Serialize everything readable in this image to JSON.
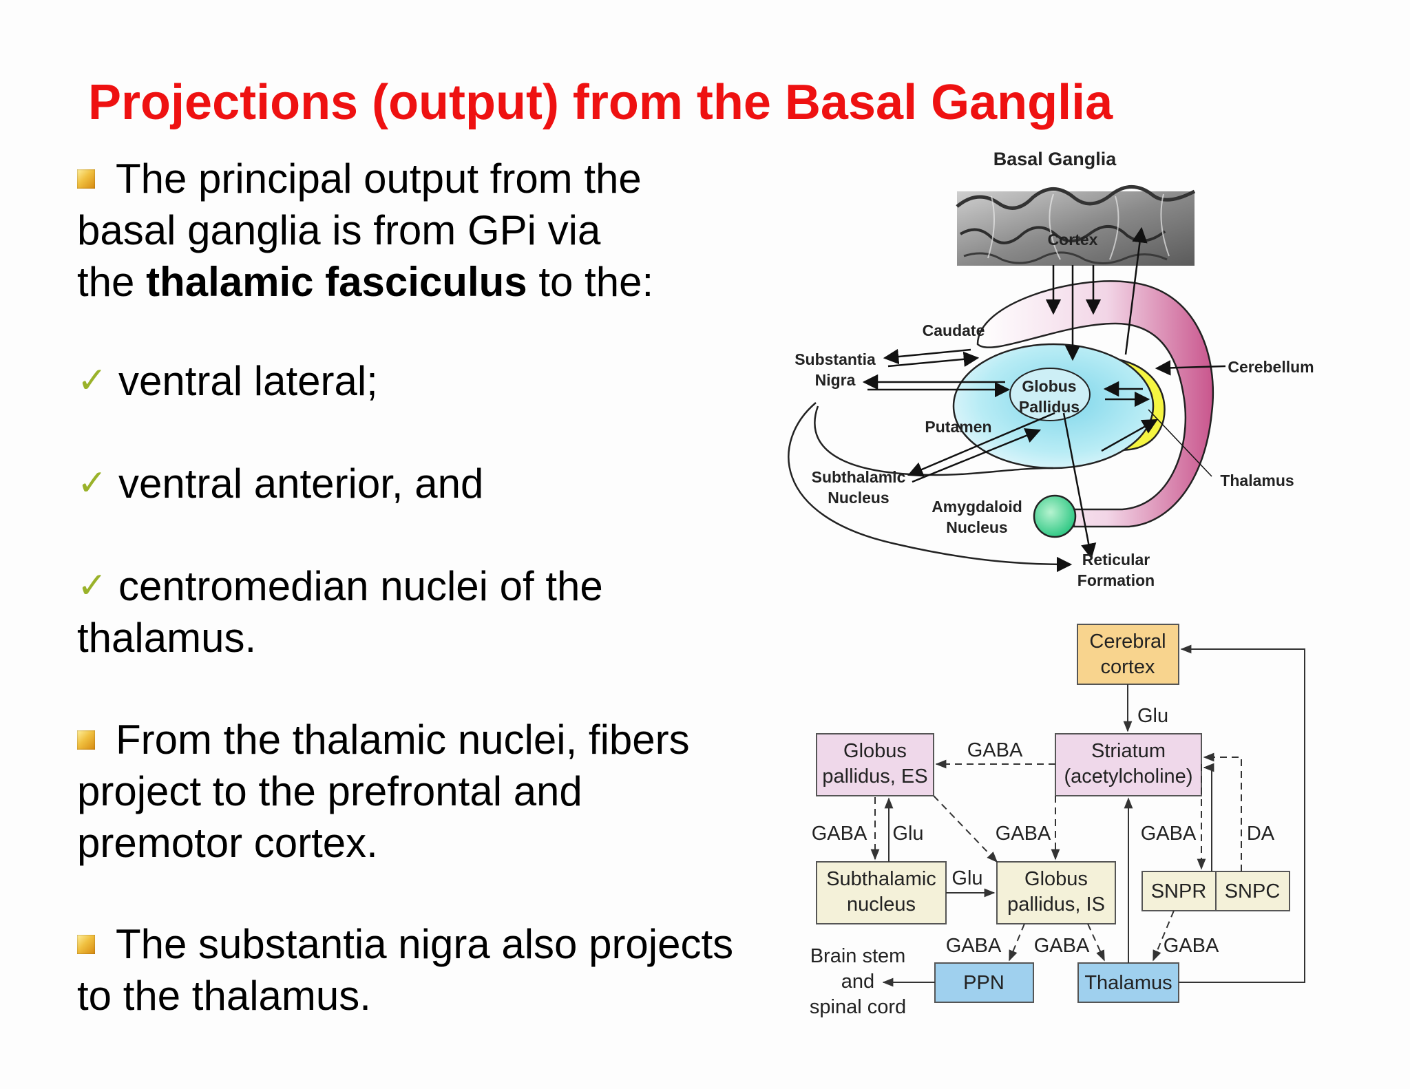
{
  "title": "Projections (output) from the Basal Ganglia",
  "bullets": {
    "b1": {
      "line1": "The principal output from the",
      "line2": "basal ganglia is from GPi via",
      "line3_pre": "the ",
      "line3_bold": "thalamic fasciculus",
      "line3_post": " to the:"
    },
    "checks": [
      "ventral lateral;",
      "ventral anterior, and",
      "centromedian nuclei of the"
    ],
    "check3_cont": "thalamus.",
    "b2": {
      "line1": "From the thalamic nuclei, fibers",
      "line2": "project to the prefrontal and",
      "line3": "premotor cortex."
    },
    "b3": {
      "line1": "The substantia nigra also projects",
      "line2": "to the thalamus."
    }
  },
  "check_glyph": "✓",
  "diagram1": {
    "title": "Basal Ganglia",
    "labels": {
      "cortex": "Cortex",
      "caudate": "Caudate",
      "substantia": "Substantia",
      "nigra": "Nigra",
      "globus": "Globus",
      "pallidus": "Pallidus",
      "putamen": "Putamen",
      "cerebellum": "Cerebellum",
      "thalamus": "Thalamus",
      "subthalamic": "Subthalamic",
      "nucleus": "Nucleus",
      "amygdaloid": "Amygdaloid",
      "amyg_nucleus": "Nucleus",
      "reticular": "Reticular",
      "formation": "Formation"
    }
  },
  "diagram2": {
    "boxes": {
      "cerebral_l1": "Cerebral",
      "cerebral_l2": "cortex",
      "striatum_l1": "Striatum",
      "striatum_l2": "(acetylcholine)",
      "gpes_l1": "Globus",
      "gpes_l2": "pallidus, ES",
      "stn_l1": "Subthalamic",
      "stn_l2": "nucleus",
      "gpis_l1": "Globus",
      "gpis_l2": "pallidus, IS",
      "snpr": "SNPR",
      "snpc": "SNPC",
      "ppn": "PPN",
      "thalamus": "Thalamus",
      "brainstem_l1": "Brain stem",
      "brainstem_l2": "and",
      "brainstem_l3": "spinal cord"
    },
    "edge_labels": {
      "glu_top": "Glu",
      "gaba_striatum_gpes": "GABA",
      "gaba_gpes_stn": "GABA",
      "glu_stn_gpes": "Glu",
      "gaba_striatum_gpis": "GABA",
      "gaba_striatum_snpr": "GABA",
      "da": "DA",
      "glu_stn_gpis": "Glu",
      "gaba_ppn": "GABA",
      "gaba_thal": "GABA",
      "gaba_snpr_thal": "GABA"
    },
    "colors": {
      "cerebral": "#f8d48e",
      "striatum": "#efd8ea",
      "beige": "#f4f1d9",
      "blue": "#9fd0ee"
    }
  }
}
